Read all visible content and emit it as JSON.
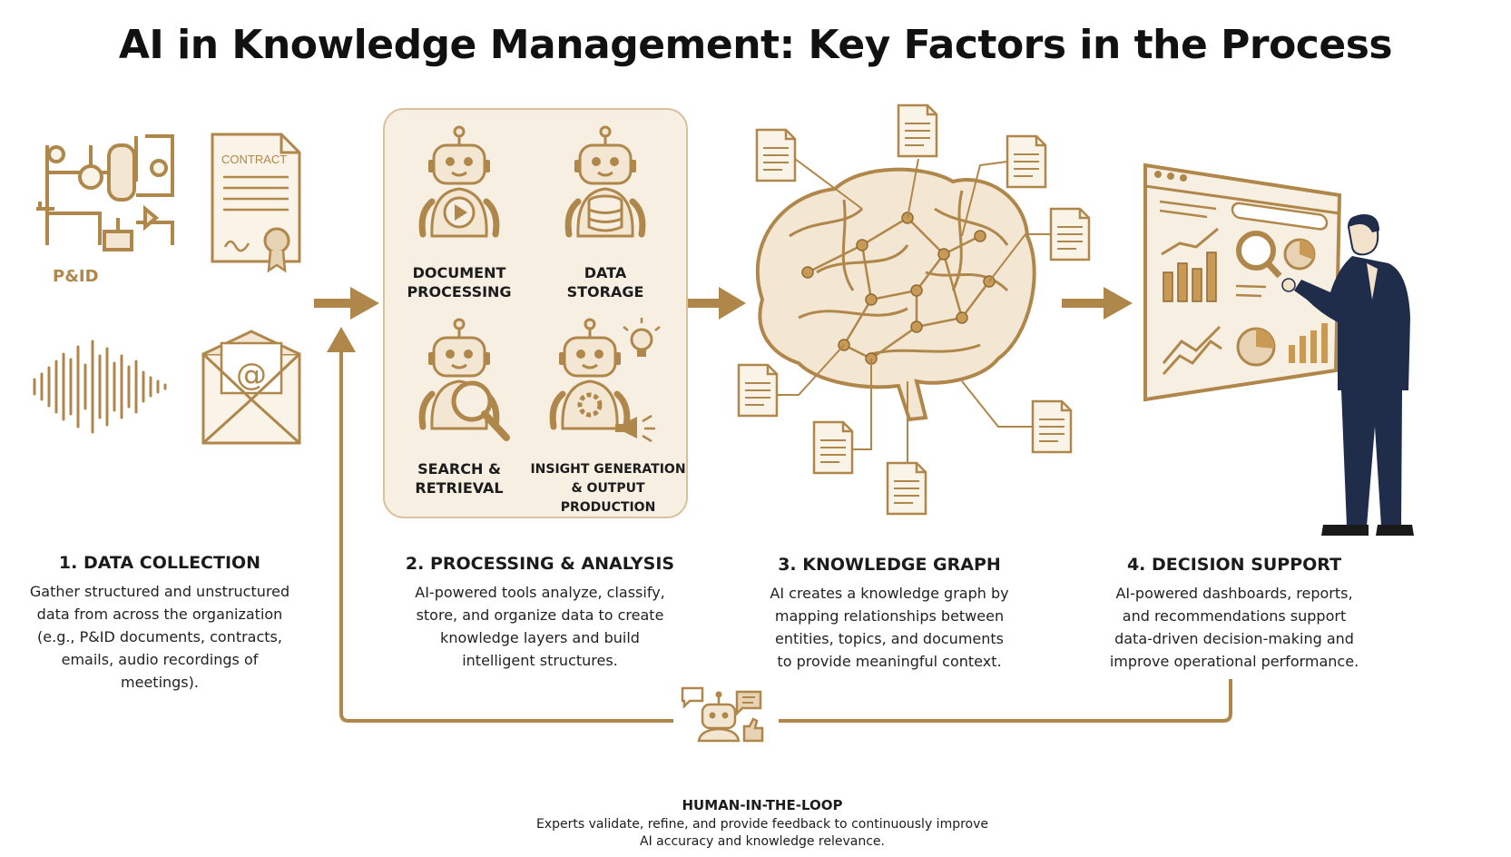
{
  "title": "AI in Knowledge Management: Key Factors in the Process",
  "colors": {
    "accent": "#b0874b",
    "panel": "#f8efe3",
    "figure_suit": "#1f2d4a"
  },
  "data_collection": {
    "pid_label": "P&ID",
    "contract_label": "CONTRACT",
    "email_symbol": "@"
  },
  "processing_panel": {
    "items": [
      {
        "label_line1": "DOCUMENT",
        "label_line2": "PROCESSING",
        "icon": "robot-play-icon"
      },
      {
        "label_line1": "DATA",
        "label_line2": "STORAGE",
        "icon": "robot-database-icon"
      },
      {
        "label_line1": "SEARCH &",
        "label_line2": "RETRIEVAL",
        "icon": "robot-magnifier-icon"
      },
      {
        "label_line1": "INSIGHT GENERATION",
        "label_line2": "& OUTPUT PRODUCTION",
        "icon": "robot-lightbulb-icon"
      }
    ]
  },
  "stages": [
    {
      "heading": "1. DATA COLLECTION",
      "description": "Gather structured and unstructured\ndata from across the organization\n(e.g., P&ID documents, contracts,\nemails, audio recordings of meetings)."
    },
    {
      "heading": "2. PROCESSING & ANALYSIS",
      "description": "AI-powered tools analyze, classify,\nstore, and organize data to create\nknowledge layers and build\nintelligent structures."
    },
    {
      "heading": "3. KNOWLEDGE GRAPH",
      "description": "AI creates a knowledge graph by\nmapping relationships between\nentities, topics, and documents\nto provide meaningful context."
    },
    {
      "heading": "4. DECISION SUPPORT",
      "description": "AI-powered dashboards, reports,\nand recommendations support\ndata-driven decision-making and\nimprove operational performance."
    }
  ],
  "human_in_the_loop": {
    "title": "HUMAN-IN-THE-LOOP",
    "description": "Experts validate, refine, and provide feedback to continuously improve\nAI accuracy and knowledge relevance."
  }
}
